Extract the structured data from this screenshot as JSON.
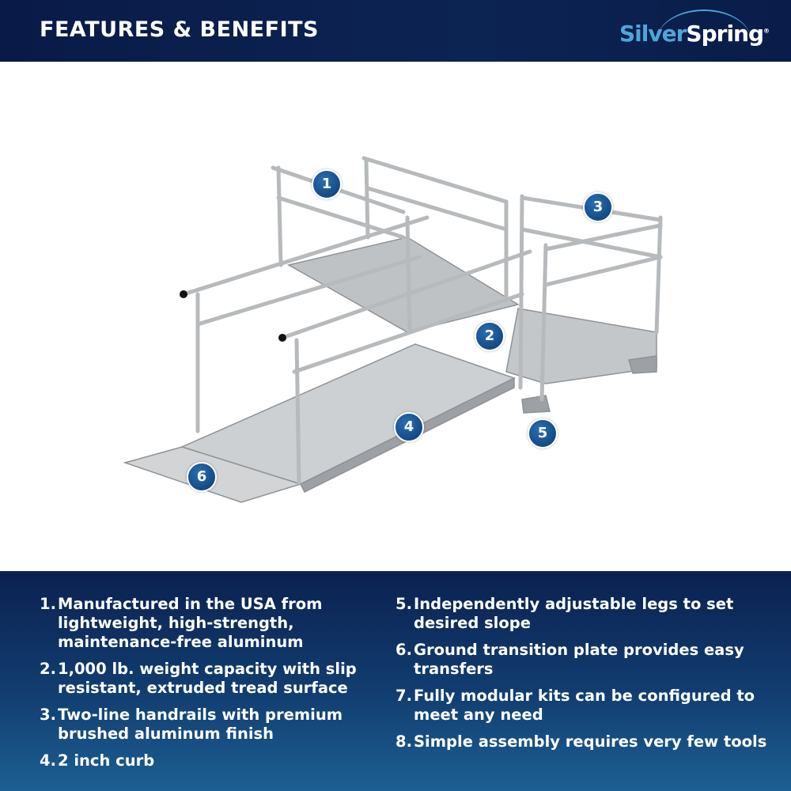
{
  "header": {
    "title": "FEATURES & BENEFITS",
    "logo": {
      "part1": "Silver",
      "part2": "Spring",
      "mark": "®"
    }
  },
  "badges": [
    "1",
    "2",
    "3",
    "4",
    "5",
    "6"
  ],
  "features": [
    {
      "num": "1.",
      "text": "Manufactured in the USA from lightweight, high-strength, maintenance-free aluminum"
    },
    {
      "num": "2.",
      "text": "1,000 lb. weight capacity with slip resistant, extruded tread surface"
    },
    {
      "num": "3.",
      "text": "Two-line handrails with premium brushed aluminum finish"
    },
    {
      "num": "4.",
      "text": "2 inch curb"
    },
    {
      "num": "5.",
      "text": "Independently adjustable legs to set desired slope"
    },
    {
      "num": "6.",
      "text": "Ground transition plate provides easy transfers"
    },
    {
      "num": "7.",
      "text": "Fully modular kits can be configured to meet any need"
    },
    {
      "num": "8.",
      "text": "Simple assembly requires very few tools"
    }
  ]
}
